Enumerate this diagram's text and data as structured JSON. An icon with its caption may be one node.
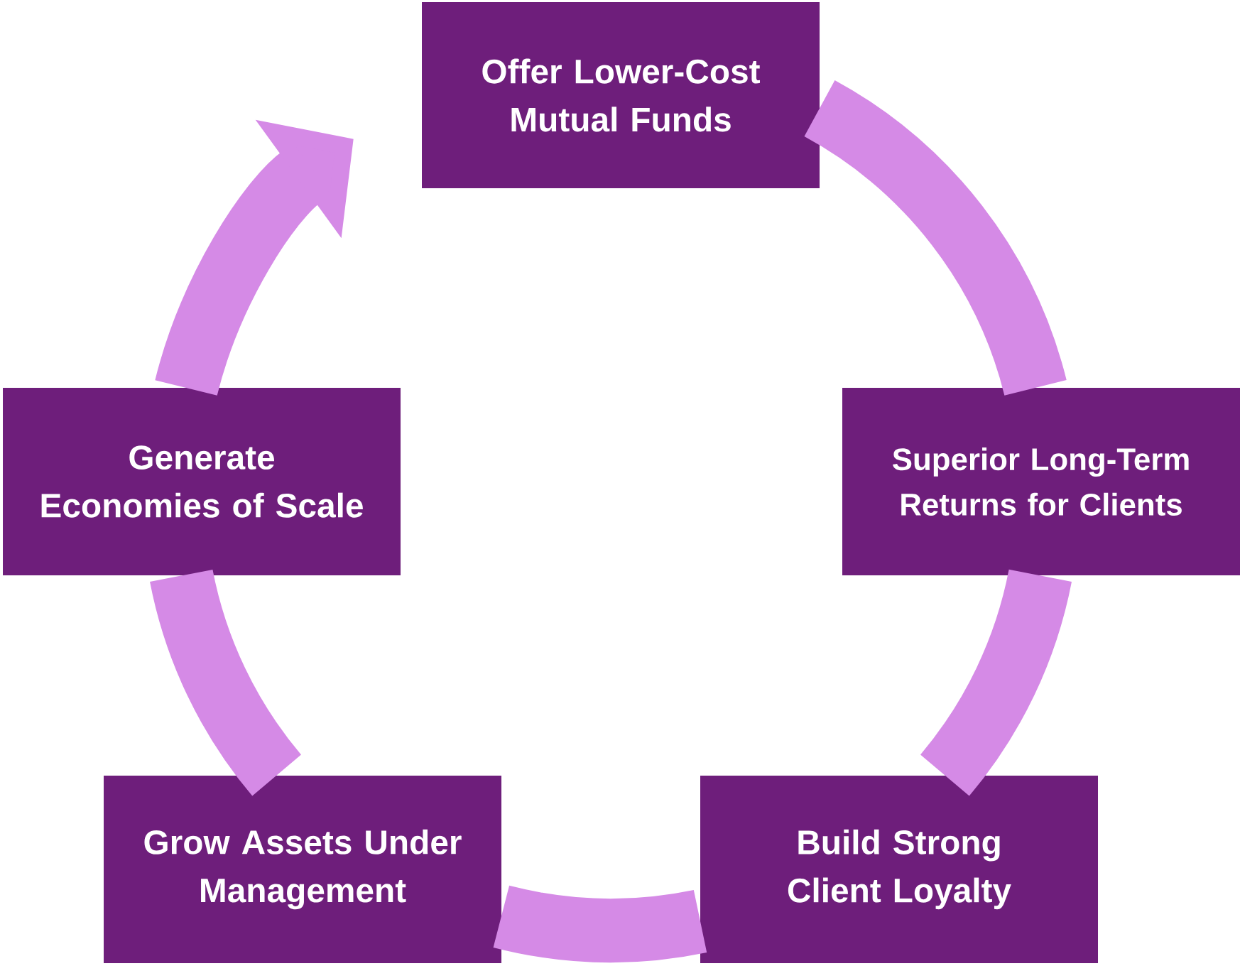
{
  "diagram": {
    "nodes": [
      {
        "text": [
          "Offer Lower-Cost Mutual Funds"
        ]
      },
      {
        "text": [
          "Superior Long-Term Returns for Clients"
        ]
      },
      {
        "text": [
          "Build Strong Client Loyalty"
        ]
      },
      {
        "text": [
          "Grow Assets Under Management"
        ]
      },
      {
        "text": [
          "Generate Economies of Scale"
        ]
      }
    ],
    "edges": [
      {
        "from": 0,
        "to": 1,
        "arrow": "none"
      },
      {
        "from": 1,
        "to": 2,
        "arrow": "none"
      },
      {
        "from": 2,
        "to": 3,
        "arrow": "none"
      },
      {
        "from": 3,
        "to": 4,
        "arrow": "none"
      },
      {
        "from": 4,
        "to": 0,
        "arrow": "to"
      }
    ]
  }
}
